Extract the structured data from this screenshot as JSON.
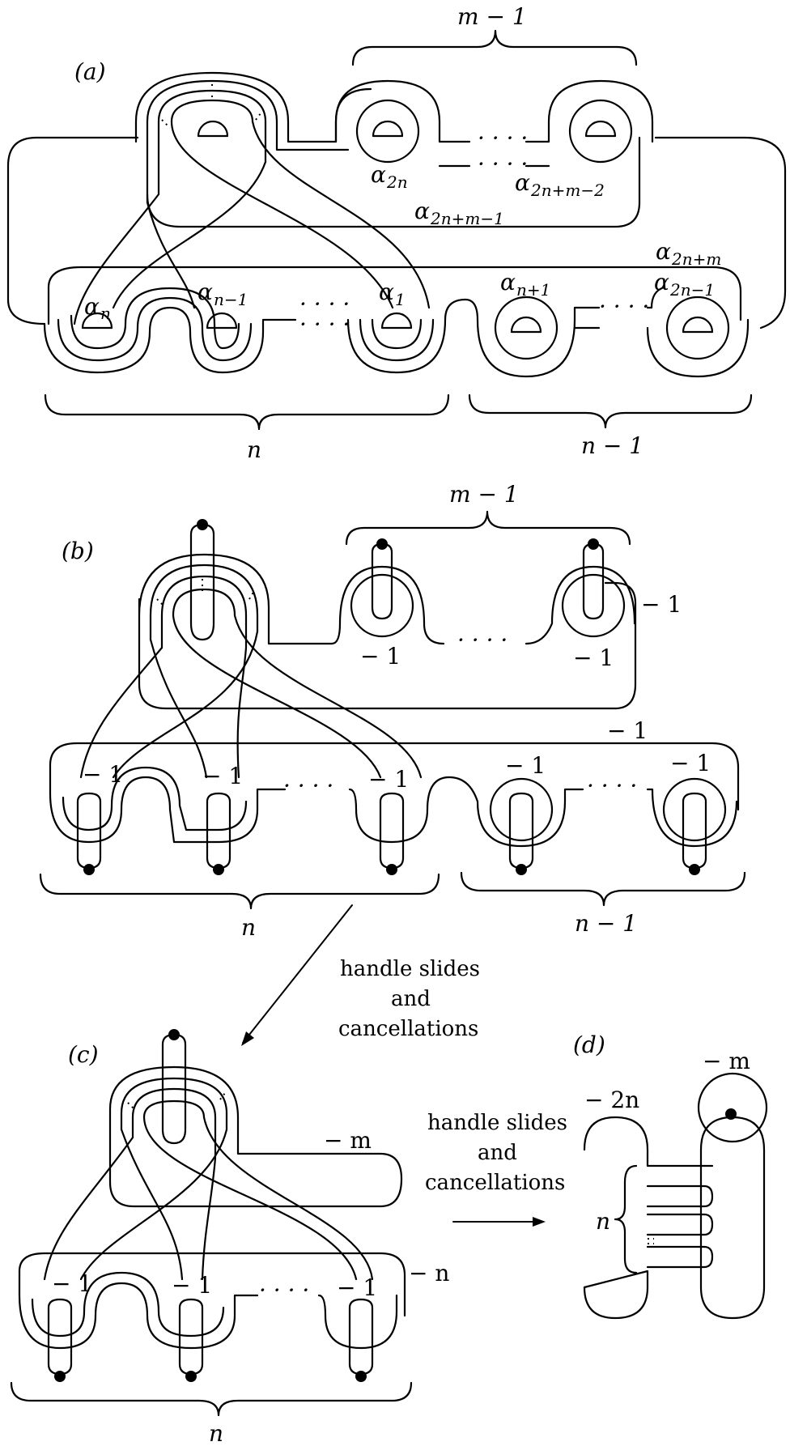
{
  "panels": {
    "a": {
      "label": "(a)",
      "brace_top": "m − 1",
      "brace_left": "n",
      "brace_right": "n − 1",
      "alphas": {
        "a2n": "α",
        "a2n_sub": "2n",
        "a2nm2": "α",
        "a2nm2_sub": "2n+m−2",
        "a2nm1": "α",
        "a2nm1_sub": "2n+m−1",
        "a2nm": "α",
        "a2nm_sub": "2n+m",
        "an": "α",
        "an_sub": "n",
        "an1": "α",
        "an1_sub": "n−1",
        "a1": "α",
        "a1_sub": "1",
        "anp1": "α",
        "anp1_sub": "n+1",
        "a2n1": "α",
        "a2n1_sub": "2n−1"
      },
      "dots": "· · · ·"
    },
    "b": {
      "label": "(b)",
      "brace_top": "m − 1",
      "brace_left": "n",
      "brace_right": "n − 1",
      "framing_top_right": "− 1",
      "framing_top_1": "− 1",
      "framing_top_2": "− 1",
      "framing_long": "− 1",
      "framings_bottom": [
        "− 1",
        "− 1",
        "− 1",
        "− 1",
        "− 1"
      ]
    },
    "arrow1": {
      "line1": "handle slides",
      "line2": "and",
      "line3": "cancellations"
    },
    "c": {
      "label": "(c)",
      "framing_m": "− m",
      "framing_n": "− n",
      "framings_bottom": [
        "− 1",
        "− 1",
        "− 1"
      ],
      "brace_bottom": "n"
    },
    "arrow2": {
      "line1": "handle slides",
      "line2": "and",
      "line3": "cancellations"
    },
    "d": {
      "label": "(d)",
      "framing_m": "− m",
      "framing_2n": "− 2n",
      "brace_n": "n"
    }
  }
}
